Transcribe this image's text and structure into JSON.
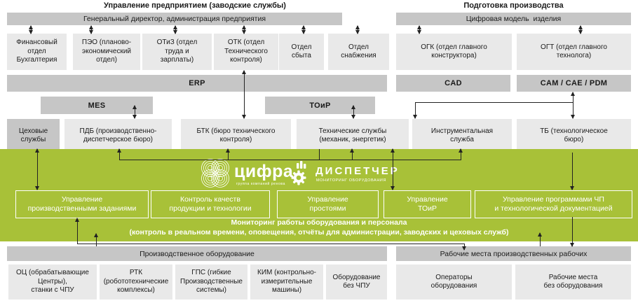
{
  "colors": {
    "accent_green": "#a8c138",
    "bar_gray": "#c6c6c6",
    "box_gray": "#e9e9e9",
    "text": "#1a1a1a",
    "white": "#ffffff"
  },
  "section_headers": {
    "left": "Управление предприятием (заводские службы)",
    "right": "Подготовка производства"
  },
  "bars": {
    "director": "Генеральный директор, администрация предприятия",
    "digital_model": "Цифровая модель  изделия",
    "erp": "ERP",
    "cad": "CAD",
    "cam": "CAM / CAE / PDM",
    "mes": "MES",
    "toir": "ТОиР",
    "equipment": "Производственное оборудование",
    "workplaces": "Рабочие места производственных рабочих"
  },
  "departments": [
    {
      "label": "Финансовый\nотдел\nБухгалтерия"
    },
    {
      "label": "ПЭО (планово-\nэкономический\nотдел)"
    },
    {
      "label": "ОТиЗ (отдел\nтруда и\nзарплаты)"
    },
    {
      "label": "ОТК (отдел\nТехнического\nконтроля)"
    },
    {
      "label": "Отдел\nсбыта"
    },
    {
      "label": "Отдел\nснабжения"
    },
    {
      "label": "ОГК (отдел главного\nконструктора)"
    },
    {
      "label": "ОГТ (отдел главного\nтехнолога)"
    }
  ],
  "services": [
    {
      "label": "Цеховые\nслужбы"
    },
    {
      "label": "ПДБ (производственно-\nдиспетчерское бюро)"
    },
    {
      "label": "БТК (бюро технического\nконтроля)"
    },
    {
      "label": "Технические службы\n(механик, энергетик)"
    },
    {
      "label": "Инструментальная\nслужба"
    },
    {
      "label": "ТБ (технологическое\nбюро)"
    }
  ],
  "logos": {
    "zyfra": {
      "name": "цифра",
      "tagline": "группа компаний ренова"
    },
    "dispatcher": {
      "name": "ДИСПЕТЧЕР",
      "tagline": "МОНИТОРИНГ ОБОРУДОВАНИЯ"
    }
  },
  "functions": [
    {
      "label": "Управление\nпроизводственными заданиями"
    },
    {
      "label": "Контроль качеств\nпродукции и технологии"
    },
    {
      "label": "Управление\nпростоями"
    },
    {
      "label": "Управление\nТОиР"
    },
    {
      "label": "Управление программами ЧП\nи технологической документацией"
    }
  ],
  "monitoring": {
    "line1": "Мониторинг работы оборудования и персонала",
    "line2": "(контроль в реальном времени, оповещения, отчёты для администрации, заводских и цеховых служб)"
  },
  "equipment_items": [
    {
      "label": "ОЦ (обрабатывающие\nЦентры),\nстанки с ЧПУ"
    },
    {
      "label": "РТК\n(робототехнические\nкомплексы)"
    },
    {
      "label": "ГПС (гибкие\nПроизводственные\nсистемы)"
    },
    {
      "label": "КИМ (контрольно-\nизмерительные\nмашины)"
    },
    {
      "label": "Оборудование\nбез ЧПУ"
    }
  ],
  "workplace_items": [
    {
      "label": "Операторы\nоборудования"
    },
    {
      "label": "Рабочие места\nбез оборудования"
    }
  ]
}
